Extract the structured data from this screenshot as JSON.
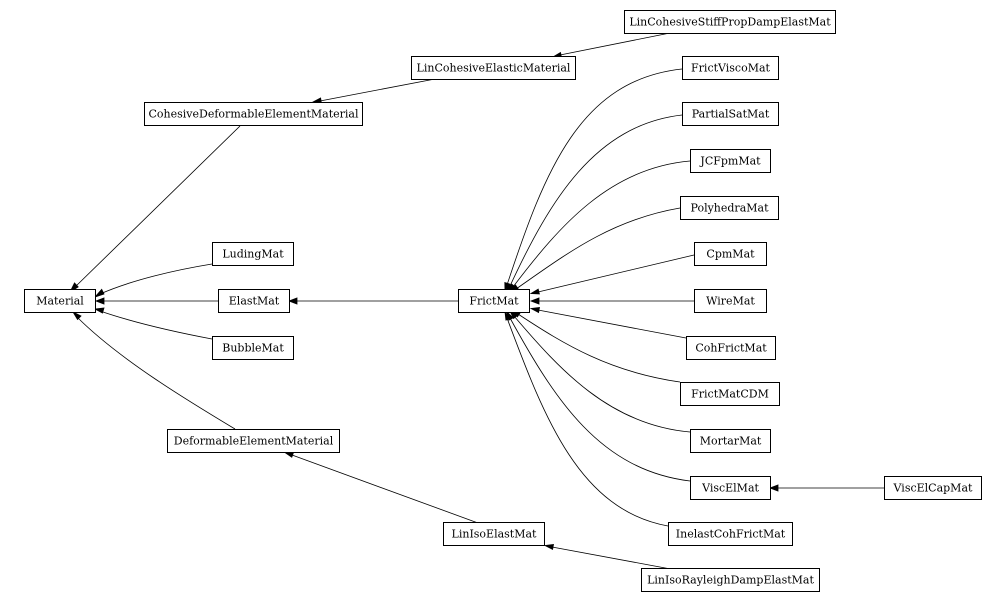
{
  "diagram": {
    "nodes": {
      "material": "Material",
      "cohesive_deformable": "CohesiveDeformableElementMaterial",
      "lin_cohesive_elastic": "LinCohesiveElasticMaterial",
      "lin_cohesive_stiff": "LinCohesiveStiffPropDampElastMat",
      "luding": "LudingMat",
      "elast": "ElastMat",
      "bubble": "BubbleMat",
      "deformable_element": "DeformableElementMaterial",
      "lin_iso_elast": "LinIsoElastMat",
      "lin_iso_rayleigh": "LinIsoRayleighDampElastMat",
      "frict": "FrictMat",
      "frict_visco": "FrictViscoMat",
      "partial_sat": "PartialSatMat",
      "jcfpm": "JCFpmMat",
      "polyhedra": "PolyhedraMat",
      "cpm": "CpmMat",
      "wire": "WireMat",
      "coh_frict": "CohFrictMat",
      "frict_cdm": "FrictMatCDM",
      "mortar": "MortarMat",
      "visc_el": "ViscElMat",
      "visc_el_cap": "ViscElCapMat",
      "inelast_coh_frict": "InelastCohFrictMat"
    },
    "edges": [
      {
        "from": "cohesive_deformable",
        "to": "material"
      },
      {
        "from": "luding",
        "to": "material"
      },
      {
        "from": "elast",
        "to": "material"
      },
      {
        "from": "bubble",
        "to": "material"
      },
      {
        "from": "deformable_element",
        "to": "material"
      },
      {
        "from": "lin_cohesive_elastic",
        "to": "cohesive_deformable"
      },
      {
        "from": "lin_cohesive_stiff",
        "to": "lin_cohesive_elastic"
      },
      {
        "from": "frict",
        "to": "elast"
      },
      {
        "from": "lin_iso_elast",
        "to": "deformable_element"
      },
      {
        "from": "lin_iso_rayleigh",
        "to": "lin_iso_elast"
      },
      {
        "from": "frict_visco",
        "to": "frict"
      },
      {
        "from": "partial_sat",
        "to": "frict"
      },
      {
        "from": "jcfpm",
        "to": "frict"
      },
      {
        "from": "polyhedra",
        "to": "frict"
      },
      {
        "from": "cpm",
        "to": "frict"
      },
      {
        "from": "wire",
        "to": "frict"
      },
      {
        "from": "coh_frict",
        "to": "frict"
      },
      {
        "from": "frict_cdm",
        "to": "frict"
      },
      {
        "from": "mortar",
        "to": "frict"
      },
      {
        "from": "visc_el",
        "to": "frict"
      },
      {
        "from": "inelast_coh_frict",
        "to": "frict"
      },
      {
        "from": "visc_el_cap",
        "to": "visc_el"
      }
    ]
  }
}
